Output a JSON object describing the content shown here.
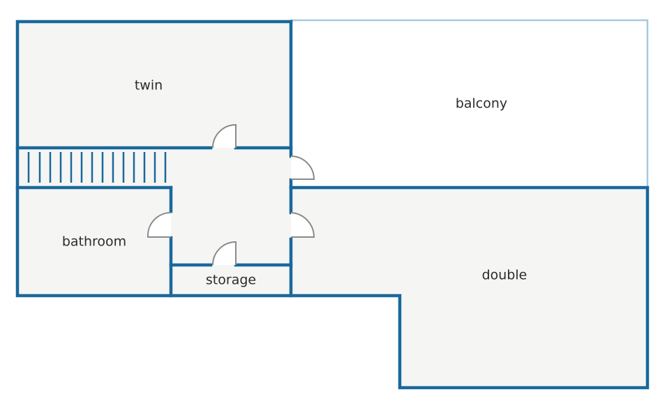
{
  "colors": {
    "wall": "#1a689a",
    "balcony_edge": "#a3cbe2",
    "floor": "#f5f5f4",
    "door": "#8a8a8a",
    "text": "#2b2b2b"
  },
  "rooms": {
    "twin": "twin",
    "balcony": "balcony",
    "bathroom": "bathroom",
    "storage": "storage",
    "double": "double"
  }
}
